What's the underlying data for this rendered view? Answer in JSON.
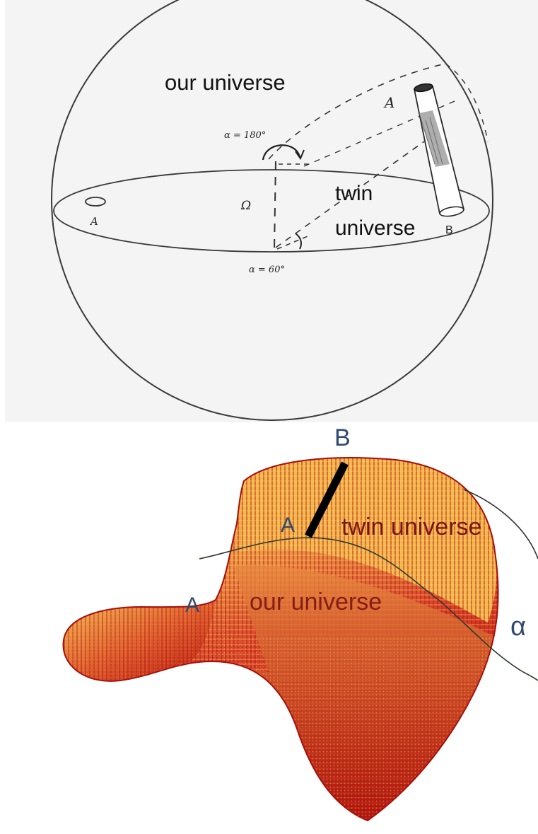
{
  "top_panel": {
    "labels": {
      "our_universe": "our universe",
      "twin_line1": "twin",
      "twin_line2": "universe",
      "point_a_left": "A",
      "point_a_tube": "A",
      "point_b_tube": "B",
      "alpha_top": "α = 180°",
      "omega": "Ω",
      "alpha_bottom": "α = 60°"
    }
  },
  "bottom_panel": {
    "labels": {
      "point_b": "B",
      "point_a_top": "A",
      "twin_universe": "twin universe",
      "point_a_left": "A",
      "our_universe": "our universe",
      "alpha": "α"
    }
  },
  "colors": {
    "ink": "#2a2a2a",
    "paper": "#f4f4f4",
    "surface_light": "#f3c45a",
    "surface_mid": "#e8703a",
    "surface_dark": "#c0120f",
    "surface_label": "#7a1515",
    "letter_blue": "#2f4a6e"
  }
}
